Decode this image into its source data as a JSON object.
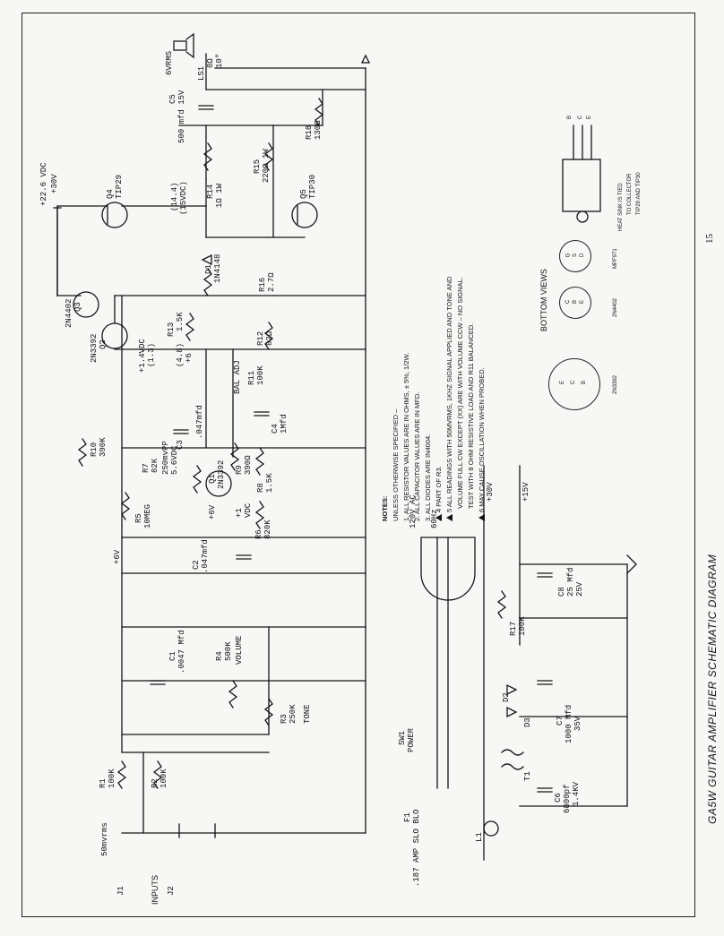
{
  "page_number": "15",
  "title": "GA5W GUITAR AMPLIFIER SCHEMATIC DIAGRAM",
  "supply": {
    "label": "+22.6 VDC",
    "rail": "+30V"
  },
  "output": {
    "rms": "6VRMS",
    "speaker": "LS1",
    "imp": "8Ω",
    "size": "10\""
  },
  "components": {
    "q4": [
      "Q4",
      "TIP29"
    ],
    "q5": [
      "Q5",
      "TIP30"
    ],
    "q3": [
      "2N4402",
      "Q3"
    ],
    "q2": [
      "2N3392",
      "Q2"
    ],
    "q1": [
      "Q1",
      "2N3392"
    ],
    "c5": [
      "C5",
      "500 mfd 15V"
    ],
    "r18": [
      "R18",
      "130Ω"
    ],
    "r15": [
      "R15",
      "220Ω 1W"
    ],
    "r14": [
      "R14",
      "1Ω 1W"
    ],
    "v144": [
      "(14.4)",
      "(15VDC)"
    ],
    "d1": [
      "D1",
      "1N4148"
    ],
    "r16": [
      "R16",
      "2.7Ω"
    ],
    "r13": [
      "R13",
      "1.5K"
    ],
    "v48": [
      "(4.8)",
      "+6"
    ],
    "v14": [
      "+1.4VDC",
      "(1.3)"
    ],
    "r12": [
      "R12",
      "82Ω"
    ],
    "r11": [
      "R11",
      "100K"
    ],
    "bal": "BAL ADJ",
    "c4": [
      "C4",
      "1Mfd"
    ],
    "c3": [
      "C3",
      ".047mfd"
    ],
    "vsig": [
      "250mvPP",
      "5.6VDC"
    ],
    "r10": [
      "R10",
      "390K"
    ],
    "r7": [
      "R7",
      "82K"
    ],
    "r9": [
      "R9",
      "390Ω"
    ],
    "r8": [
      "R8",
      "1.5K"
    ],
    "v1": [
      "+1",
      "VDC"
    ],
    "v6": "+6V",
    "r5": [
      "R5",
      "10MEG"
    ],
    "r6": [
      "R6",
      "820K"
    ],
    "c2": [
      "C2",
      ".047mfd"
    ],
    "p6": "+6V",
    "c1": [
      "C1",
      ".0047 Mfd"
    ],
    "r4": [
      "R4",
      "500K",
      "VOLUME"
    ],
    "r3": [
      "R3",
      "250K",
      "TONE"
    ],
    "r1": [
      "R1",
      "100K"
    ],
    "r2": [
      "R2",
      "100K"
    ],
    "inrms": "50mvrms",
    "j1": "J1",
    "j2": "J2",
    "inputs": "INPUTS",
    "ac": [
      "120V AC",
      "60Hz"
    ],
    "p30": "+30V",
    "p15": "+15V",
    "c8": [
      "C8",
      "25 Mfd",
      "25V"
    ],
    "r17": [
      "R17",
      "100K"
    ],
    "d2": "D2",
    "d3": "D3",
    "c7": [
      "C7",
      "1000 Mfd",
      "35V"
    ],
    "sw1": [
      "SW1",
      "POWER"
    ],
    "c6": [
      "C6",
      "6800pf",
      "1.4KV"
    ],
    "f1": [
      "F1",
      ".187 AMP SLO BLO"
    ],
    "t1": "T1",
    "l1": "L1"
  },
  "notes": {
    "heading": "NOTES:",
    "sub": "UNLESS OTHERWISE SPECIFIED –",
    "items": [
      "1. ALL RESISTOR VALUES ARE IN OHMS, ± 5%, 1/2W.",
      "2. ALL CAPACITOR VALUES ARE IN MFD.",
      "3. ALL DIODES ARE IN4004.",
      "PART OF R3.",
      "ALL READINGS WITH 50MVRMS, 1KHZ SIGNAL APPLIED AND TONE AND",
      "VOLUME FULL CW EXCEPT (XX) ARE WITH VOLUME CCW – NO SIGNAL.",
      "TEST WITH 8 OHM RESISTIVE LOAD AND R11 BALANCED.",
      "MAY CAUSE OSCILLATION WHEN PROBED."
    ],
    "marks": [
      "4",
      "5",
      "6"
    ]
  },
  "bottom_views": {
    "heading": "BOTTOM VIEWS",
    "parts": [
      {
        "name": "2N3392",
        "pins": [
          "E",
          "C",
          "B"
        ]
      },
      {
        "name": "2N4402",
        "pins": [
          "C",
          "B",
          "E"
        ]
      },
      {
        "name": "MPF971",
        "pins": [
          "G",
          "S",
          "D"
        ]
      }
    ],
    "tip_pins": [
      "B",
      "C",
      "E"
    ],
    "heatsink": [
      "HEAT SINK IS TIED",
      "TO COLLECTOR",
      "TIP29 AND TIP30"
    ]
  }
}
